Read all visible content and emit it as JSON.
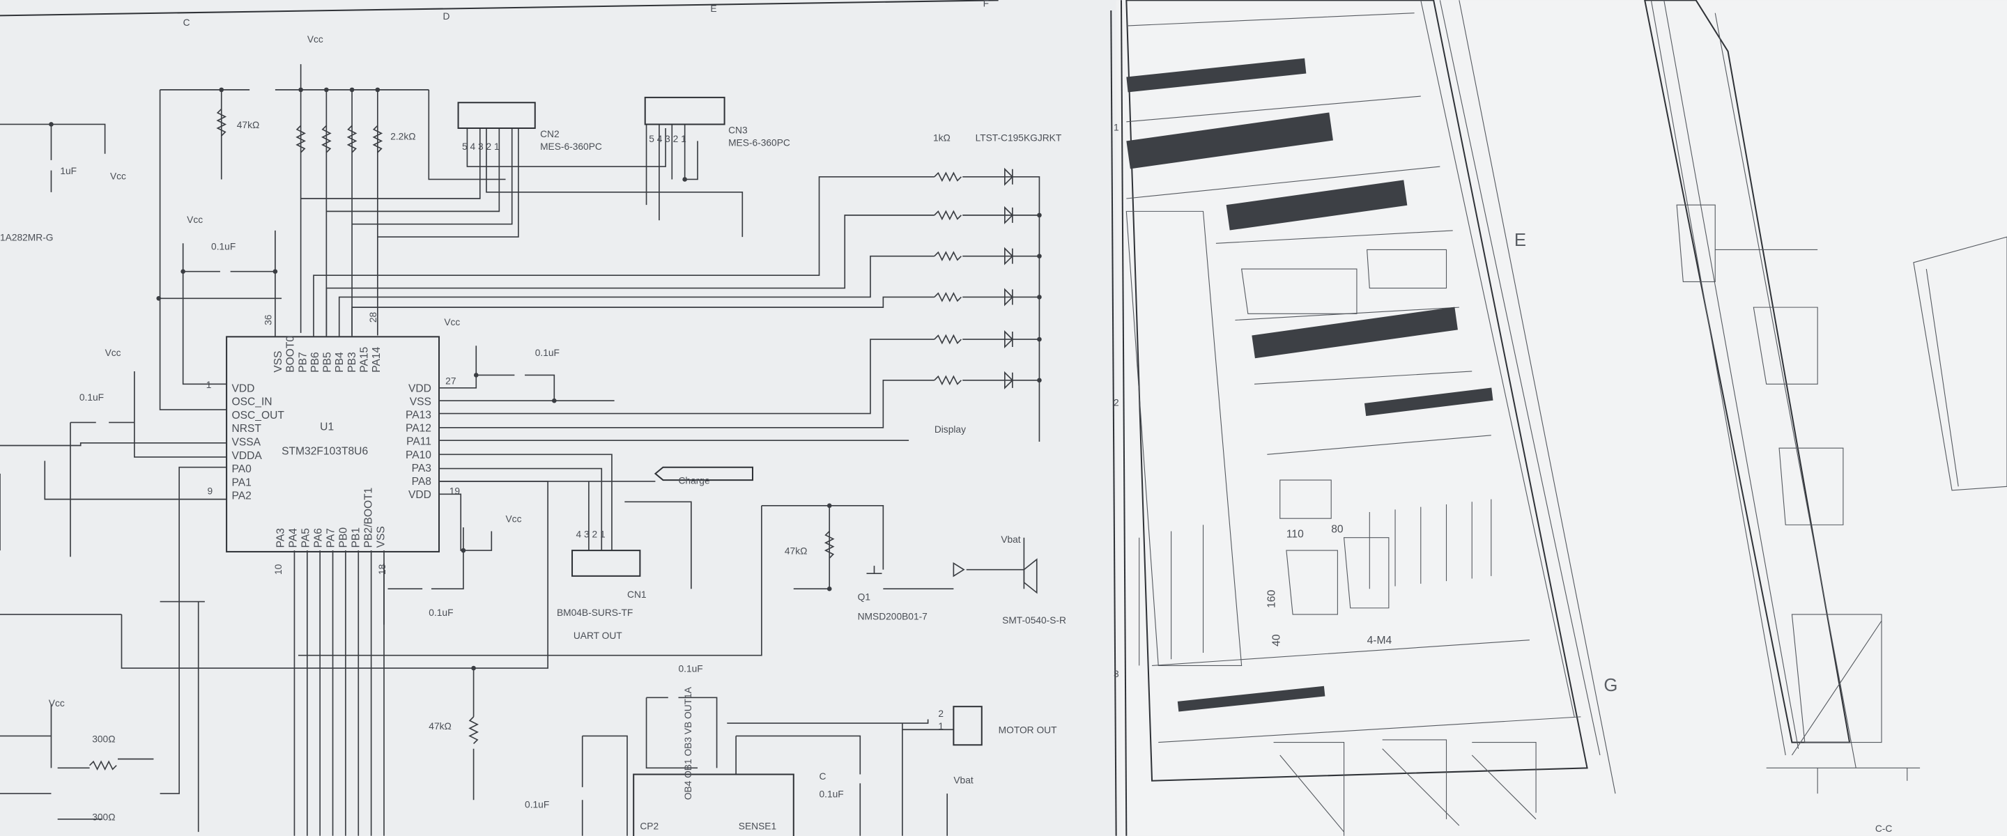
{
  "colors": {
    "paper": "#eceef0",
    "paper_right": "#f2f3f4",
    "ink": "#3a3d42"
  },
  "grid_columns": [
    "C",
    "D",
    "E",
    "F"
  ],
  "grid_rows": [
    "1",
    "2",
    "3"
  ],
  "u1": {
    "ref": "U1",
    "part": "STM32F103T8U6",
    "left_pins": [
      "VDD",
      "OSC_IN",
      "OSC_OUT",
      "NRST",
      "VSSA",
      "VDDA",
      "PA0",
      "PA1",
      "PA2"
    ],
    "right_pins": [
      "VDD",
      "VSS",
      "PA13",
      "PA12",
      "PA11",
      "PA10",
      "PA3",
      "PA8",
      "VDD"
    ],
    "top_pins": [
      "VSS",
      "BOOT0",
      "PB7",
      "PB6",
      "PB5",
      "PB4",
      "PB3",
      "PA15",
      "PA14"
    ],
    "bottom_pins": [
      "PA3",
      "PA4",
      "PA5",
      "PA6",
      "PA7",
      "PB0",
      "PB1",
      "PB2/BOOT1",
      "VSS"
    ],
    "pin_numbers": {
      "p1": "1",
      "p36": "36",
      "p28": "28",
      "p27": "27",
      "p19": "19",
      "p9": "9",
      "p10": "10",
      "p18": "18"
    }
  },
  "labels": {
    "vcc": "Vcc",
    "vbat": "Vbat",
    "r47k": "47kΩ",
    "r2k2": "2.2kΩ",
    "r1k": "1kΩ",
    "r300": "300Ω",
    "c01": "0.1uF",
    "c1u": "1uF",
    "c": "C",
    "reg_part": "1A282MR-G",
    "cn2": "CN2",
    "cn3": "CN3",
    "mes": "MES-6-360PC",
    "led_part": "LTST-C195KGJRKT",
    "display": "Display",
    "charge": "Charge",
    "cn1": "CN1",
    "cn1_part": "BM04B-SURS-TF",
    "uart_out": "UART OUT",
    "q1": "Q1",
    "q1_part": "NMSD200B01-7",
    "buzzer_part": "SMT-0540-S-R",
    "motor_out": "MOTOR OUT",
    "sense1": "SENSE1",
    "cp2": "CP2",
    "sense_pins": "OB4 OB1 OB3 VB OUT1A",
    "conn_pins5": "5 4 3 2 1",
    "cn1_pins": "4 3 2 1",
    "motor_pins": [
      "2",
      "1"
    ]
  },
  "layout_drawing": {
    "section_e": "E",
    "section_g": "G",
    "dim_110": "110",
    "dim_80": "80",
    "dim_160": "160",
    "dim_40": "40",
    "hole": "4-M4",
    "section_cc": "C-C"
  }
}
